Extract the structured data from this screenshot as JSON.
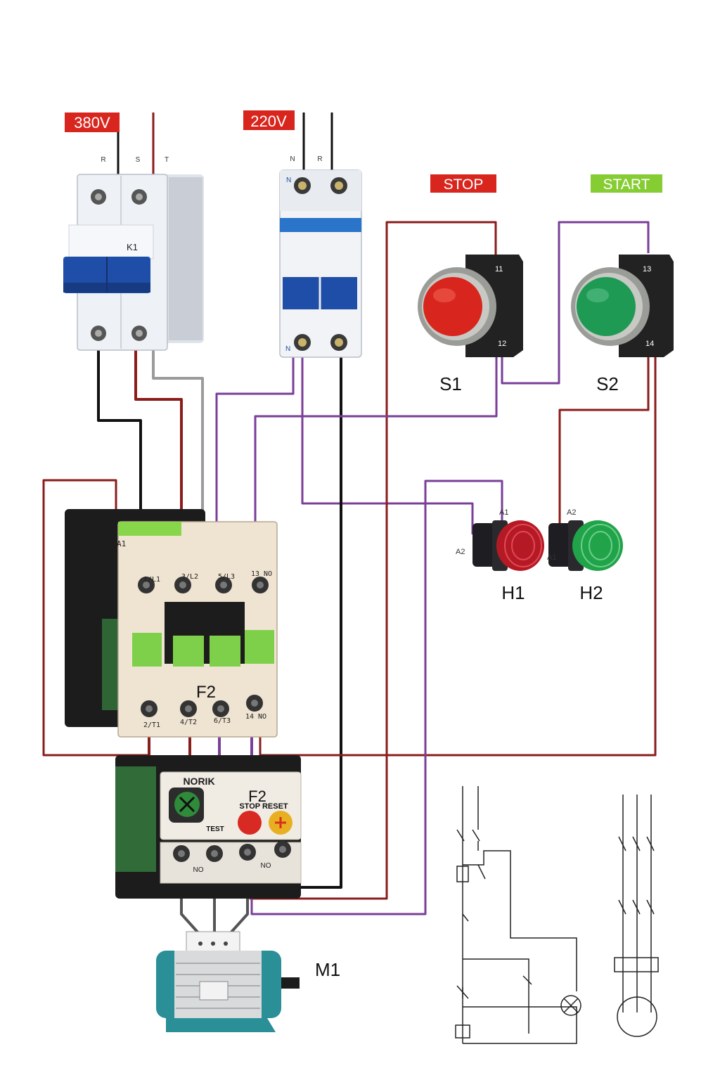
{
  "supplies": {
    "three_phase": {
      "label": "380V",
      "terminals": [
        "R",
        "S",
        "T"
      ]
    },
    "single_phase": {
      "label": "220V",
      "terminals": [
        "N",
        "R"
      ]
    }
  },
  "buttons": {
    "stop": {
      "tag": "STOP",
      "name": "S1",
      "term_top": "11",
      "term_bottom": "12",
      "color": "#d8261e"
    },
    "start": {
      "tag": "START",
      "name": "S2",
      "term_top": "13",
      "term_bottom": "14",
      "color": "#1f9a54"
    }
  },
  "breakers": {
    "main": {
      "name": "K1"
    },
    "control": {
      "terminal_top": "N",
      "terminal_bottom": "N"
    }
  },
  "contactor": {
    "name": "F2",
    "coil_label": "A1",
    "top_terminals": [
      "1/L1",
      "3/L2",
      "5/L3",
      "13 NO"
    ],
    "bottom_terminals": [
      "2/T1",
      "4/T2",
      "6/T3",
      "14 NO"
    ]
  },
  "overload": {
    "brand": "NORIK",
    "name": "F2",
    "stop_reset": "STOP RESET",
    "test": "TEST",
    "contact_labels": [
      "NO",
      "NO"
    ]
  },
  "lamps": {
    "red": {
      "name": "H1",
      "term_a": "A1",
      "term_b": "A2",
      "color": "#b51a24"
    },
    "green": {
      "name": "H2",
      "term_a": "A2",
      "term_b": "A1",
      "color": "#21a34a"
    }
  },
  "motor": {
    "name": "M1"
  }
}
